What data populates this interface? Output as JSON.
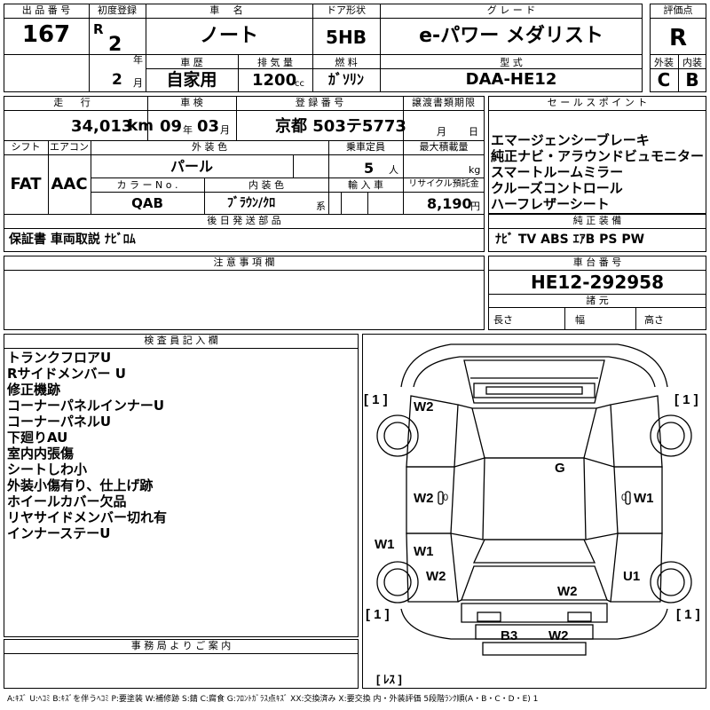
{
  "header": {
    "lot_no_label": "出 品 番 号",
    "lot_no": "167",
    "first_reg_label": "初度登録",
    "era": "R",
    "year": "2",
    "year_unit": "年",
    "month": "2",
    "month_unit": "月",
    "name_label": "車 名",
    "name": "ノート",
    "door_label": "ドア形状",
    "door": "5HB",
    "grade_label": "グ レ ー ド",
    "grade": "e-パワー メダリスト",
    "score_label": "評価点",
    "score": "R",
    "history_label": "車 歴",
    "history": "自家用",
    "displacement_label": "排 気 量",
    "displacement": "1200",
    "displacement_unit": "cc",
    "fuel_label": "燃 料",
    "fuel": "ｶﾞｿﾘﾝ",
    "model_label": "型 式",
    "model": "DAA-HE12",
    "ext_score_label": "外装",
    "ext_score": "C",
    "int_score_label": "内装",
    "int_score": "B"
  },
  "mid": {
    "mileage_label": "走 行",
    "mileage": "34,013",
    "mileage_unit": "km",
    "inspection_label": "車 検",
    "insp_year": "09",
    "insp_year_unit": "年",
    "insp_month": "03",
    "insp_month_unit": "月",
    "plate_label": "登 録 番 号",
    "plate": "京都 503テ5773",
    "transfer_label": "譲渡書類期限",
    "transfer_month_unit": "月",
    "transfer_day_unit": "日",
    "shift_label": "シフト",
    "shift": "FAT",
    "ac_label": "エアコン",
    "ac": "AAC",
    "exterior_color_label": "外 装 色",
    "exterior_color": "パール",
    "capacity_label": "乗車定員",
    "capacity": "5",
    "capacity_unit": "人",
    "load_label": "最大積載量",
    "load_unit": "kg",
    "color_no_label": "カ ラ ー N o .",
    "color_no": "QAB",
    "interior_color_label": "内 装 色",
    "interior_color": "ﾌﾞﾗｳﾝ/ｸﾛ",
    "interior_unit": "系",
    "import_label": "輸 入 車",
    "recycle_label": "リサイクル預託金",
    "recycle": "8,190",
    "recycle_unit": "円",
    "later_parts_label": "後 日 発 送 部 品",
    "later_parts": "保証書 車両取説 ﾅﾋﾞﾛﾑ"
  },
  "sales": {
    "label": "セ ー ル ス ポ イ ン ト",
    "points": [
      "エマージェンシーブレーキ",
      "純正ナビ・アラウンドビュモニター",
      "スマートルームミラー",
      "クルーズコントロール",
      "ハーフレザーシート"
    ],
    "equip_label": "純 正 装 備",
    "equipment": "ﾅﾋﾞ TV ABS ｴｱB PS PW"
  },
  "notes": {
    "label": "注 意 事 項 欄"
  },
  "chassis": {
    "label": "車 台 番 号",
    "number": "HE12-292958",
    "dims_label": "諸 元",
    "length_label": "長さ",
    "width_label": "幅",
    "height_label": "高さ"
  },
  "inspector": {
    "label": "検 査 員 記 入 欄",
    "notes": [
      "トランクフロアU",
      "Rサイドメンバー U",
      "修正機跡",
      "コーナーパネルインナーU",
      "コーナーパネルU",
      "下廻りAU",
      "室内内張傷",
      "シートしわ小",
      "外装小傷有り、仕上げ跡",
      "ホイールカバー欠品",
      "リヤサイドメンバー切れ有",
      "インナーステーU"
    ]
  },
  "diagram": {
    "bracket_fl": "[ 1 ]",
    "bracket_fr": "[ 1 ]",
    "bracket_rl": "[ 1 ]",
    "bracket_rr": "[ 1 ]",
    "spare": "[ ﾚｽ ]",
    "marks": [
      "W2",
      "G",
      "W2",
      "W1",
      "W1",
      "W1",
      "W2",
      "U1",
      "W2",
      "B3",
      "W2"
    ],
    "zeros": [
      "0",
      "0"
    ]
  },
  "office": {
    "label": "事 務 局 よ り ご 案 内"
  },
  "legend": "A:ｷｽﾞ U:ﾍｺﾐ B:ｷｽﾞを伴うﾍｺﾐ P:要塗装 W:補修跡 S:錆 C:腐食 G:ﾌﾛﾝﾄｶﾞﾗｽ点ｷｽﾞ XX:交換済み X:要交換 内・外装評価 5段階ﾗﾝｸ順(A・B・C・D・E) 1"
}
